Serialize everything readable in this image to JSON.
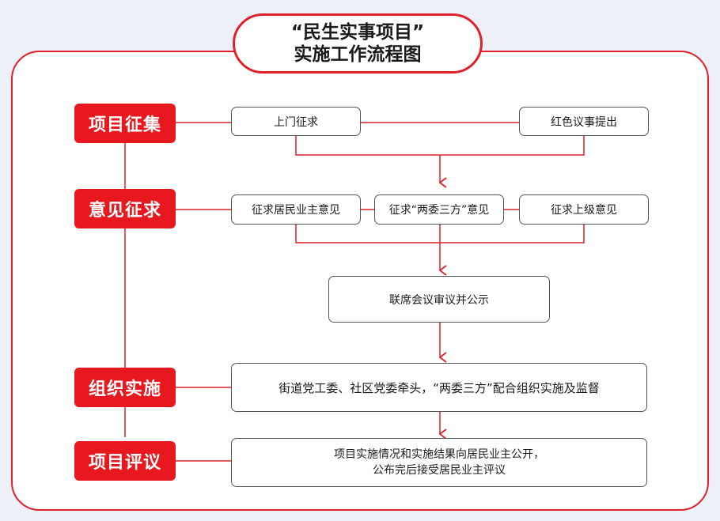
{
  "title": {
    "line1": "“民生实事项目”",
    "line2": "实施工作流程图"
  },
  "stages": [
    {
      "label": "项目征集"
    },
    {
      "label": "意见征求"
    },
    {
      "label": "组织实施"
    },
    {
      "label": "项目评议"
    }
  ],
  "nodes": {
    "door_to_door": "上门征求",
    "red_council": "红色议事提出",
    "residents_opinion": "征求居民业主意见",
    "two_committees_opinion": "征求“两委三方”意见",
    "superior_opinion": "征求上级意见",
    "joint_meeting": "联席会议审议并公示",
    "implementation": "街道党工委、社区党委牵头，“两委三方”配合组织实施及监督",
    "evaluation_line1": "项目实施情况和实施结果向居民业主公开，",
    "evaluation_line2": "公布完后接受居民业主评议"
  },
  "colors": {
    "accent_red": "#e8191e",
    "line_red": "#e0212a",
    "box_border": "#555555",
    "background": "#eef0f8"
  }
}
